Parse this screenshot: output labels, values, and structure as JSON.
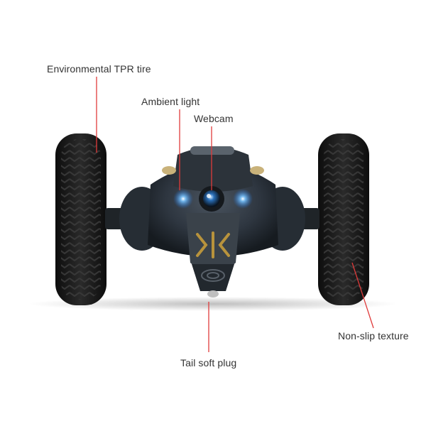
{
  "callouts": {
    "tire": "Environmental TPR tire",
    "ambient_light": "Ambient light",
    "webcam": "Webcam",
    "tail_plug": "Tail soft plug",
    "non_slip": "Non-slip texture"
  },
  "colors": {
    "leader_line": "#e03b3b",
    "body": "#2e3640",
    "tire": "#1c1c1c",
    "led_glow": "#3aa8ff",
    "accent_gold": "#b8933c"
  }
}
